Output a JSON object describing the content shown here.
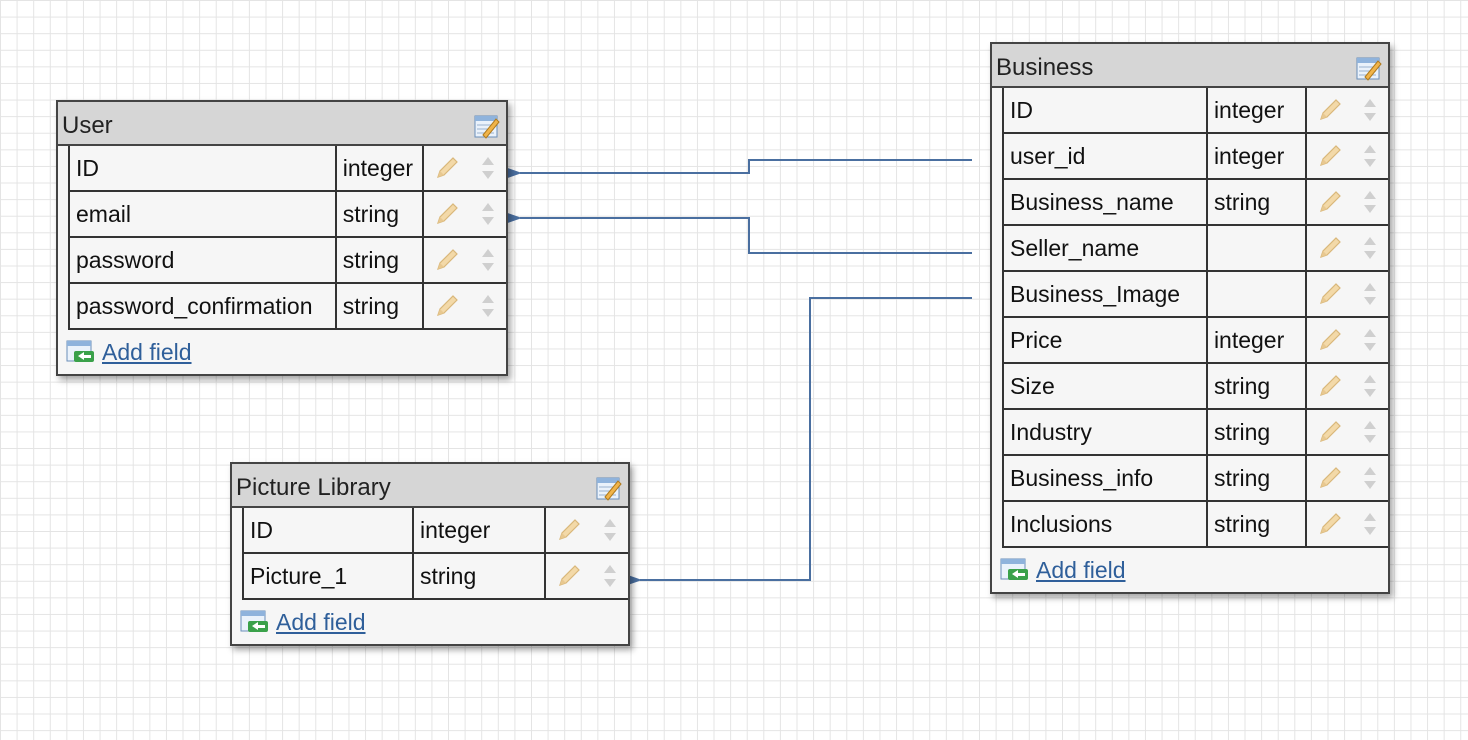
{
  "tables": {
    "user": {
      "title": "User",
      "add_field": "Add field",
      "fields": [
        {
          "name": "ID",
          "type": "integer"
        },
        {
          "name": "email",
          "type": "string"
        },
        {
          "name": "password",
          "type": "string"
        },
        {
          "name": "password_confirmation",
          "type": "string"
        }
      ]
    },
    "picture_library": {
      "title": "Picture Library",
      "add_field": "Add field",
      "fields": [
        {
          "name": "ID",
          "type": "integer"
        },
        {
          "name": "Picture_1",
          "type": "string"
        }
      ]
    },
    "business": {
      "title": "Business",
      "add_field": "Add field",
      "fields": [
        {
          "name": "ID",
          "type": "integer"
        },
        {
          "name": "user_id",
          "type": "integer"
        },
        {
          "name": "Business_name",
          "type": "string"
        },
        {
          "name": "Seller_name",
          "type": ""
        },
        {
          "name": "Business_Image",
          "type": ""
        },
        {
          "name": "Price",
          "type": "integer"
        },
        {
          "name": "Size",
          "type": "string"
        },
        {
          "name": "Industry",
          "type": "string"
        },
        {
          "name": "Business_info",
          "type": "string"
        },
        {
          "name": "Inclusions",
          "type": "string"
        }
      ]
    }
  },
  "colors": {
    "connector": "#4a6fa0",
    "link": "#2f5f9a",
    "header": "#d6d6d6"
  }
}
